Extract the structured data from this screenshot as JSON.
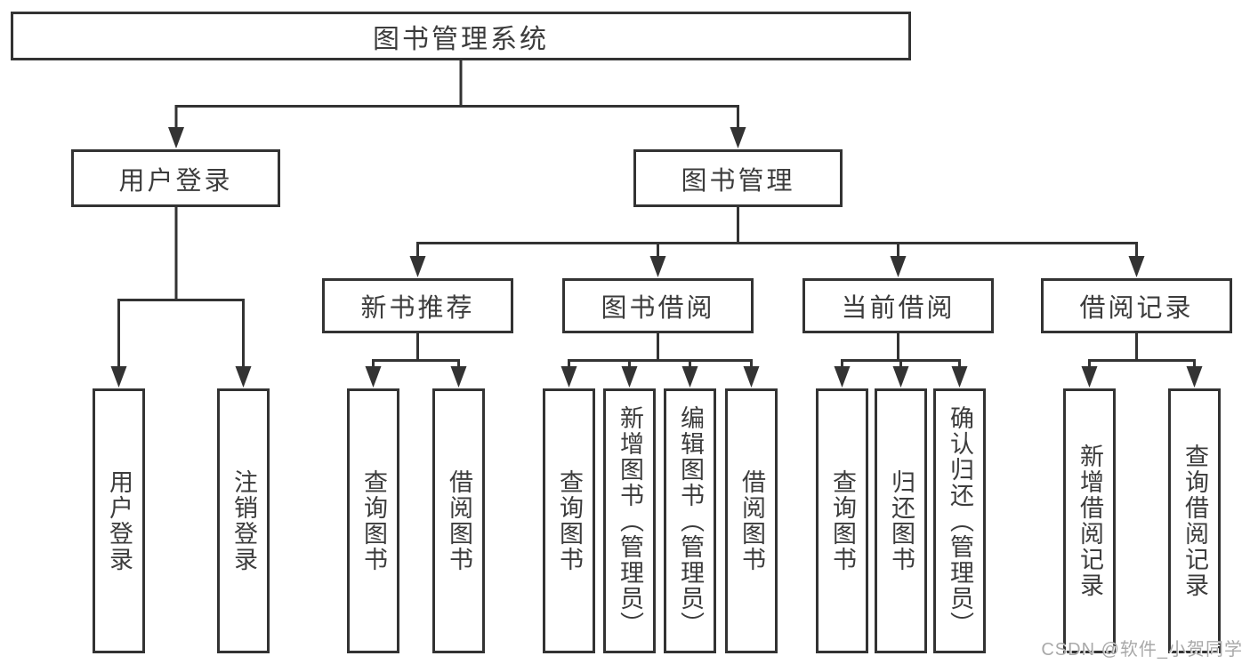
{
  "tree": {
    "label": "图书管理系统",
    "children": [
      {
        "label": "用户登录",
        "children": [
          {
            "label": "用户登录"
          },
          {
            "label": "注销登录"
          }
        ]
      },
      {
        "label": "图书管理",
        "children": [
          {
            "label": "新书推荐",
            "children": [
              {
                "label": "查询图书"
              },
              {
                "label": "借阅图书"
              }
            ]
          },
          {
            "label": "图书借阅",
            "children": [
              {
                "label": "查询图书"
              },
              {
                "label": "新增图书（管理员）"
              },
              {
                "label": "编辑图书（管理员）"
              },
              {
                "label": "借阅图书"
              }
            ]
          },
          {
            "label": "当前借阅",
            "children": [
              {
                "label": "查询图书"
              },
              {
                "label": "归还图书"
              },
              {
                "label": "确认归还（管理员）"
              }
            ]
          },
          {
            "label": "借阅记录",
            "children": [
              {
                "label": "新增借阅记录"
              },
              {
                "label": "查询借阅记录"
              }
            ]
          }
        ]
      }
    ]
  },
  "watermark": {
    "text": "CSDN @软件_小贺同学"
  },
  "colors": {
    "line": "#333333",
    "border": "#333333",
    "text": "#3c3c3c",
    "background": "#ffffff",
    "watermark": "#a9a9a9"
  }
}
